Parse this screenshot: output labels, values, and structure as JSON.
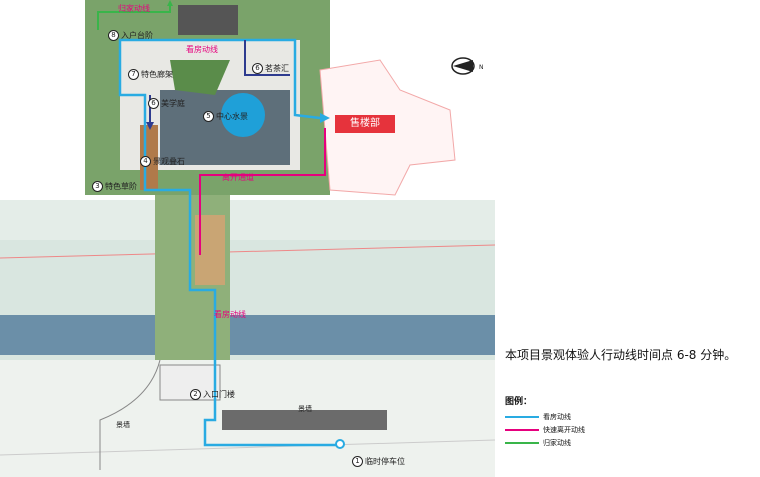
{
  "colors": {
    "view_route": "#29abe2",
    "fast_exit": "#e6007e",
    "home_route": "#39b54a",
    "sales_box": "#e6333c",
    "return_route_inner": "#2e3b8f"
  },
  "labels": {
    "home_route": "归家动线",
    "view_route_top": "看房动线",
    "view_route_mid": "看房动线",
    "fast_exit": "离开通道",
    "entrance_steps": "入户台阶",
    "feature_corridor": "特色廊架",
    "aesthetics_court": "美学庭",
    "central_water": "中心水景",
    "tea_garden": "茗茶汇",
    "rockery": "景观叠石",
    "grass_steps": "特色草阶",
    "entrance_gate": "入口门楼",
    "landscape_wall": "景墙",
    "wall": "景墙",
    "parking": "临时停车位",
    "sales_office": "售楼部"
  },
  "numbers": {
    "entrance_steps": "8",
    "feature_corridor": "7",
    "aesthetics_court": "6",
    "central_water": "5",
    "tea_garden": "6",
    "rockery": "4",
    "grass_steps": "3",
    "entrance_gate": "2",
    "parking": "1"
  },
  "note": "本项目景观体验人行动线时间点 6-8 分钟。",
  "legend": {
    "title": "图例：",
    "items": [
      {
        "label": "看房动线",
        "color": "#29abe2"
      },
      {
        "label": "快速离开动线",
        "color": "#e6007e"
      },
      {
        "label": "归家动线",
        "color": "#39b54a"
      }
    ]
  }
}
